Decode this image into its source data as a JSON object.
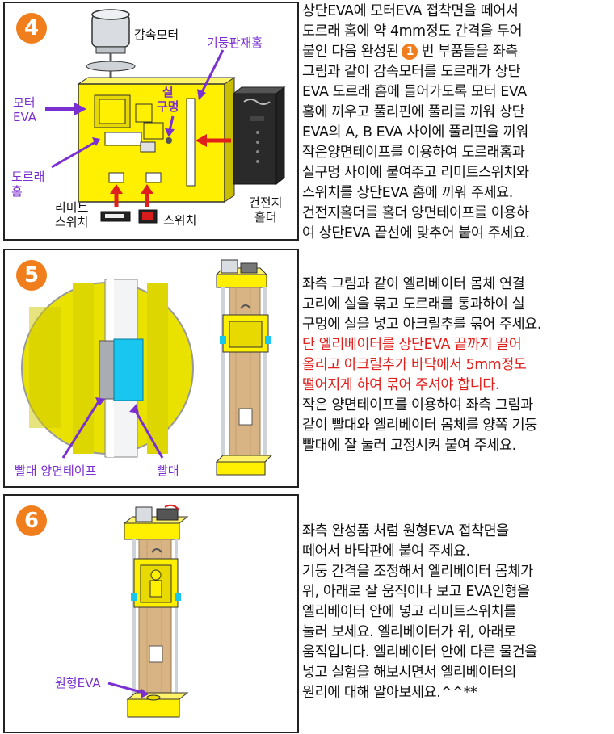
{
  "step4": {
    "number": "4",
    "labels": {
      "motor": "감속모터",
      "pillar_groove": "기둥판재홈",
      "motor_eva": "모터\nEVA",
      "thread_hole": "실\n구멍",
      "guide_groove": "도르래\n홈",
      "limit_switch": "리미트\n스위치",
      "switch": "스위치",
      "battery_holder": "건전지\n홀더"
    },
    "text_before_badge": "붙인 다음 완성된",
    "badge": "1",
    "text_after_badge": "번 부품들을 좌측",
    "lines": [
      "상단EVA에 모터EVA 접착면을 떼어서",
      "도르래 홈에 약 4mm정도 간격을 두어",
      null,
      "그림과 같이 감속모터를 도르래가 상단",
      "EVA 도르래 홈에 들어가도록 모터 EVA",
      "홈에 끼우고 풀리핀에 풀리를 끼워 상단",
      "EVA의 A, B EVA 사이에 풀리핀을 끼워",
      "작은양면테이프를 이용하여 도르래홈과",
      "실구멍 사이에 붙여주고 리미트스위치와",
      "스위치를 상단EVA 홈에 끼워 주세요.",
      "건전지홀더를 홀더 양면테이프를 이용하",
      "여 상단EVA 끝선에 맞추어 붙여 주세요."
    ]
  },
  "step5": {
    "number": "5",
    "labels": {
      "straw_tape": "빨대 양면테이프",
      "straw": "빨대"
    },
    "lines": [
      "좌측 그림과 같이 엘리베이터 몸체 연결",
      "고리에 실을 묶고 도르래를 통과하여 실",
      "구멍에 실을 넣고 아크릴추를 묶어 주세요."
    ],
    "warning_lines": [
      "단 엘리베이터를 상단EVA 끝까지 끌어",
      "올리고 아크릴추가 바닥에서 5mm정도",
      "떨어지게 하여 묶어 주셔야 합니다."
    ],
    "lines_after": [
      "작은 양면테이프를 이용하여 좌측 그림과",
      "같이 빨대와 엘리베이터 몸체를 양쪽 기둥",
      "빨대에 잘 눌러 고정시켜 붙여 주세요."
    ]
  },
  "step6": {
    "number": "6",
    "labels": {
      "round_eva": "원형EVA"
    },
    "lines": [
      "좌측 완성품 처럼 원형EVA 접착면을",
      "떼어서 바닥판에 붙여 주세요.",
      "기둥 간격을 조정해서 엘리베이터 몸체가",
      "위, 아래로 잘 움직이나 보고 EVA인형을",
      "엘리베이터 안에 넣고 리미트스위치를",
      "눌러 보세요. 엘리베이터가 위, 아래로",
      "움직입니다. 엘리베이터 안에 다른 물건을",
      "넣고 실험을 해보시면서 엘리베이터의",
      "원리에 대해 알아보세요.^^**"
    ]
  },
  "colors": {
    "badge": "#f07e1c",
    "eva_yellow": "#ffef00",
    "annotation_purple": "#7a2fd1",
    "arrow_red": "#e0201c",
    "wood": "#d8b383",
    "warning_text": "#e0201c"
  }
}
